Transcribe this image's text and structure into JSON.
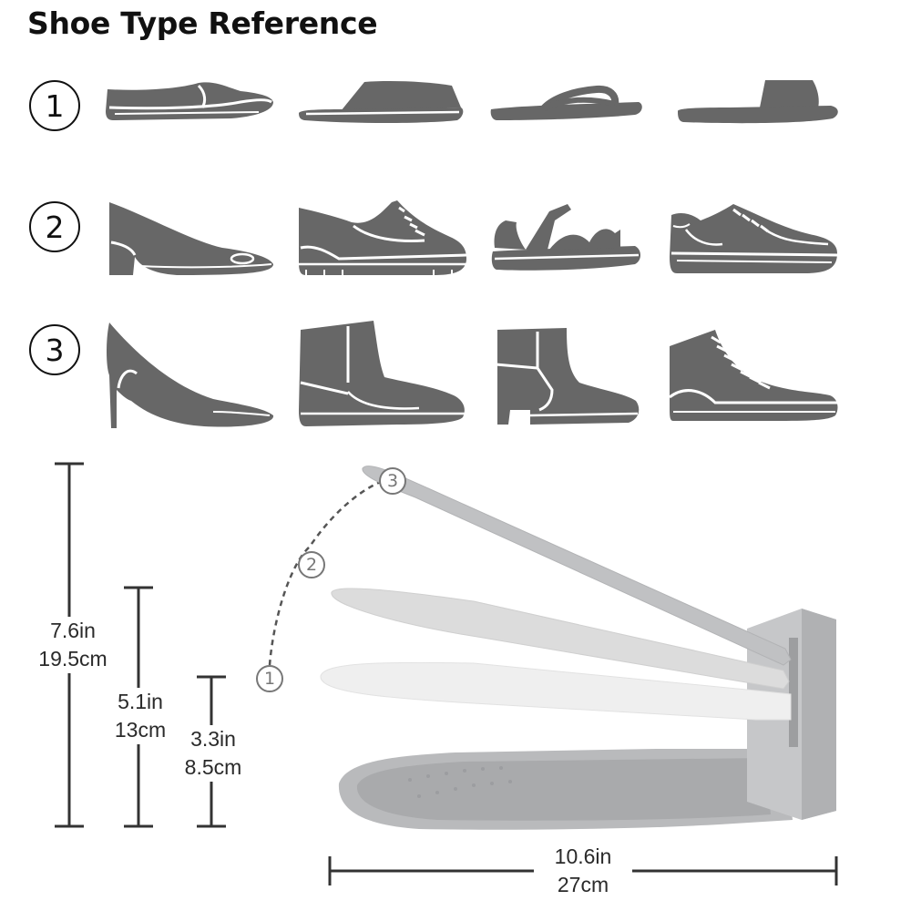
{
  "title": "Shoe Type Reference",
  "rows": [
    {
      "number": "1",
      "shoes": [
        "loafer-icon",
        "slide-slipper-icon",
        "flip-flop-icon",
        "slide-sandal-icon"
      ]
    },
    {
      "number": "2",
      "shoes": [
        "block-heel-pump-icon",
        "oxford-shoe-icon",
        "strap-sandal-icon",
        "sneaker-icon"
      ]
    },
    {
      "number": "3",
      "shoes": [
        "stiletto-heel-icon",
        "winter-boot-icon",
        "ankle-boot-icon",
        "high-top-sneaker-icon"
      ]
    }
  ],
  "dimensions": {
    "height_level_3": {
      "in": "7.6in",
      "cm": "19.5cm"
    },
    "height_level_2": {
      "in": "5.1in",
      "cm": "13cm"
    },
    "height_level_1": {
      "in": "3.3in",
      "cm": "8.5cm"
    },
    "length": {
      "in": "10.6in",
      "cm": "27cm"
    }
  },
  "level_markers": [
    "1",
    "2",
    "3"
  ],
  "colors": {
    "icon_fill": "#676767",
    "product_gray": "#b9babc",
    "product_light": "#dcdcdc",
    "product_white": "#efefef",
    "text": "#111111"
  }
}
